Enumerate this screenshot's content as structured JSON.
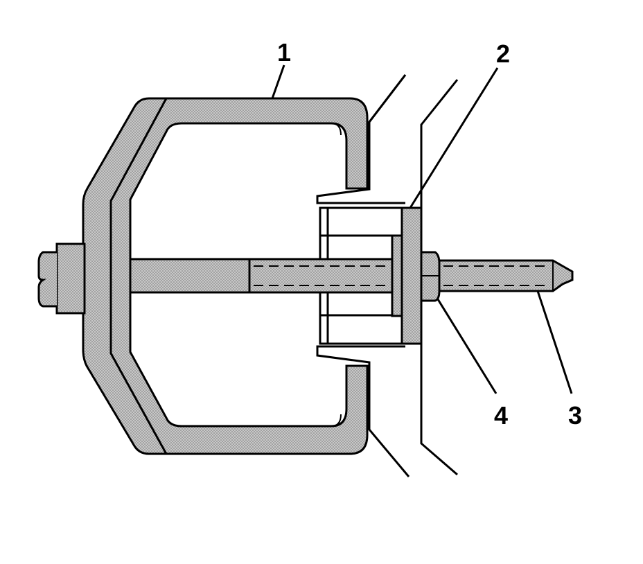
{
  "callouts": [
    {
      "id": "1",
      "label": "1"
    },
    {
      "id": "2",
      "label": "2"
    },
    {
      "id": "3",
      "label": "3"
    },
    {
      "id": "4",
      "label": "4"
    }
  ],
  "colors": {
    "stroke": "#000000",
    "fill": "#c8c8c8",
    "dot": "#6e6e6e",
    "background": "#ffffff"
  }
}
